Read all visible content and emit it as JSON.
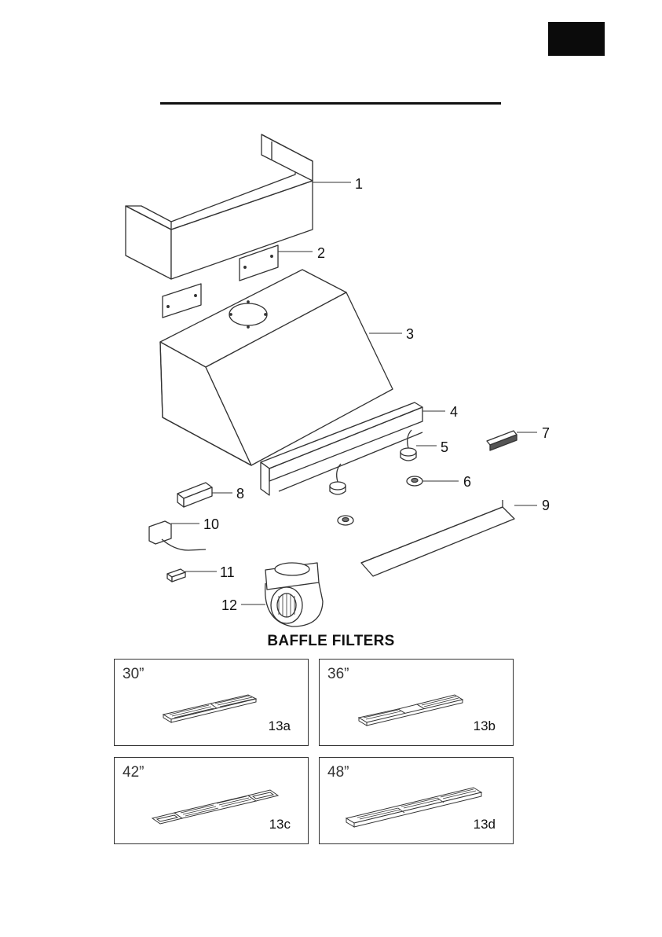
{
  "parts": [
    {
      "num": "1"
    },
    {
      "num": "2"
    },
    {
      "num": "3"
    },
    {
      "num": "4"
    },
    {
      "num": "5"
    },
    {
      "num": "6"
    },
    {
      "num": "7"
    },
    {
      "num": "8"
    },
    {
      "num": "9"
    },
    {
      "num": "10"
    },
    {
      "num": "11"
    },
    {
      "num": "12"
    }
  ],
  "filters": {
    "heading": "BAFFLE FILTERS",
    "items": [
      {
        "size": "30”",
        "code": "13a"
      },
      {
        "size": "36”",
        "code": "13b"
      },
      {
        "size": "42”",
        "code": "13c"
      },
      {
        "size": "48”",
        "code": "13d"
      }
    ]
  }
}
